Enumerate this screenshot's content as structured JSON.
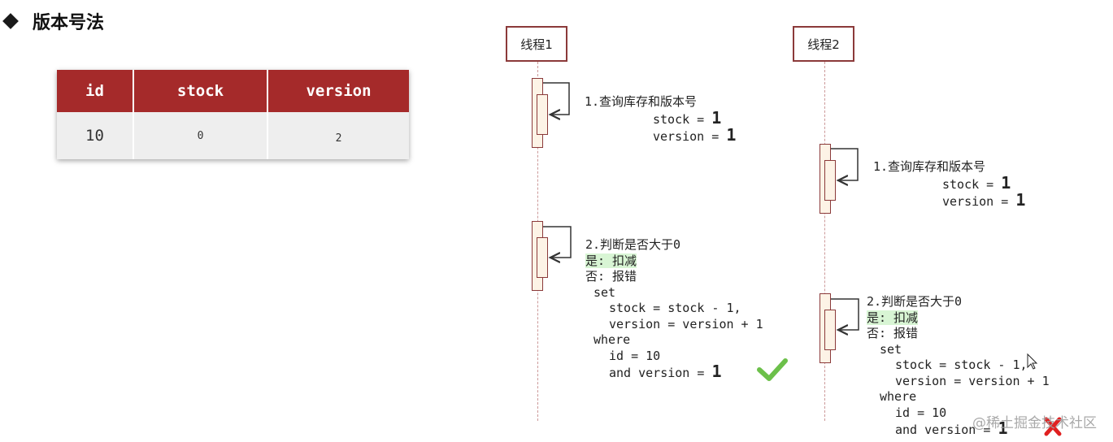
{
  "title": "版本号法",
  "table": {
    "headers": [
      "id",
      "stock",
      "version"
    ],
    "row": [
      "10",
      "0",
      "2"
    ]
  },
  "diagram": {
    "thread1": "线程1",
    "thread2": "线程2",
    "t1_query": {
      "step": "1.查询库存和版本号",
      "stock_label": "stock = ",
      "stock_value": "1",
      "version_label": "version = ",
      "version_value": "1"
    },
    "t2_query": {
      "step": "1.查询库存和版本号",
      "stock_label": "stock = ",
      "stock_value": "1",
      "version_label": "version = ",
      "version_value": "1"
    },
    "t1_check": {
      "step": "2.判断是否大于0",
      "yes": "是: 扣减",
      "no": "否: 报错",
      "set": "set",
      "line_stock": "stock = stock - 1,",
      "line_version": "version = version + 1",
      "where": "where",
      "line_id": "id = 10",
      "line_and": "and version = ",
      "and_value": "1",
      "result_icon": "check-icon"
    },
    "t2_check": {
      "step": "2.判断是否大于0",
      "yes": "是: 扣减",
      "no": "否: 报错",
      "set": "set",
      "line_stock": "stock = stock - 1,",
      "line_version": "version = version + 1",
      "where": "where",
      "line_id": "id = 10",
      "line_and": "and version = ",
      "and_value": "1",
      "result_icon": "cross-icon"
    }
  },
  "watermark": "@稀土掘金技术社区",
  "colors": {
    "header_red": "#a52a2a",
    "activation_border": "#8b3a3a",
    "highlight_green": "#d8f5d4",
    "check_green": "#6cc04a",
    "cross_red": "#e02020"
  }
}
